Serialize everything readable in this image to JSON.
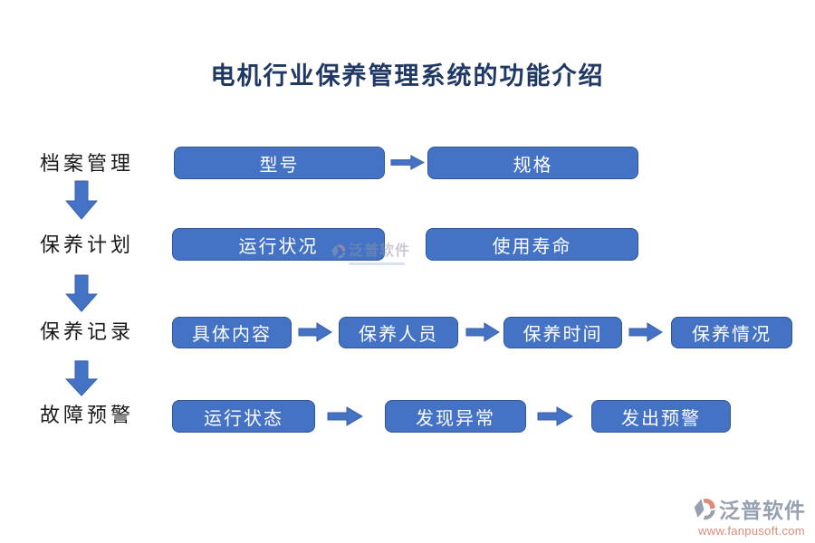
{
  "title": "电机行业保养管理系统的功能介绍",
  "colors": {
    "box_fill": "#4472C4",
    "box_border": "#2F5597",
    "arrow": "#4472C4",
    "title_text": "#1F3864",
    "label_text": "#1A1A1A",
    "box_text": "#FFFFFF",
    "brand_gray": "#96A0B0",
    "brand_salmon": "#DD8B76"
  },
  "rows": [
    {
      "label": "档案管理",
      "boxes": [
        "型号",
        "规格"
      ]
    },
    {
      "label": "保养计划",
      "boxes": [
        "运行状况",
        "使用寿命"
      ]
    },
    {
      "label": "保养记录",
      "boxes": [
        "具体内容",
        "保养人员",
        "保养时间",
        "保养情况"
      ]
    },
    {
      "label": "故障预警",
      "boxes": [
        "运行状态",
        "发现异常",
        "发出预警"
      ]
    }
  ],
  "watermark": {
    "brand": "泛普软件"
  },
  "footer_logo": {
    "brand": "泛普软件",
    "url": "www.fanpusoft.com"
  }
}
